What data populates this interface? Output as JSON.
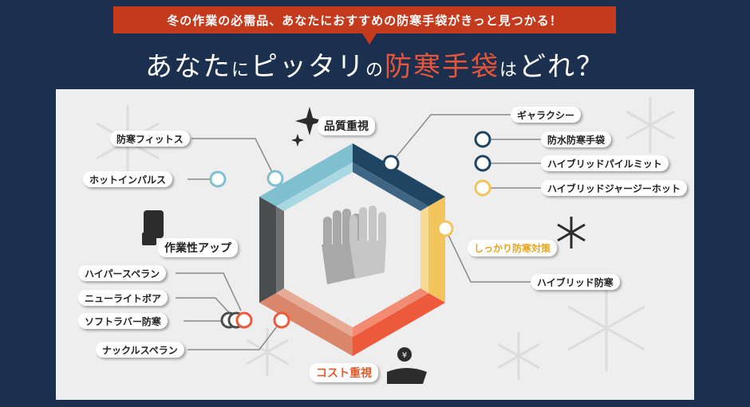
{
  "banner": {
    "text": "冬の作業の必需品、あなたにおすすめの防寒手袋がきっと見つかる！"
  },
  "title": {
    "part1": "あなた",
    "part2": "に",
    "part3": "ピッタリ",
    "part4": "の",
    "accent": "防寒手袋",
    "part5": "は",
    "part6": "どれ？"
  },
  "categories": {
    "quality": "品質重視",
    "workability": "作業性アップ",
    "warmth": "しっかり防寒対策",
    "cost": "コスト重視"
  },
  "products": {
    "left": [
      "防寒フィットス",
      "ホットインパルス",
      "ハイパースペラン",
      "ニューライトボア",
      "ソフトラバー防寒",
      "ナックルスペラン"
    ],
    "right": [
      "ギャラクシー",
      "防水防寒手袋",
      "ハイブリッドパイルミット",
      "ハイブリッドジャージーホット",
      "ハイブリッド防寒"
    ]
  },
  "colors": {
    "background": "#1b2f4e",
    "banner": "#c43a1d",
    "accent": "#e8553a",
    "teal_light": "#7ec0cf",
    "navy": "#1f4562",
    "yellow": "#f2c45c",
    "orange_red": "#ec5a3b",
    "salmon": "#d9866b",
    "dark_gray": "#4a4d4f"
  }
}
